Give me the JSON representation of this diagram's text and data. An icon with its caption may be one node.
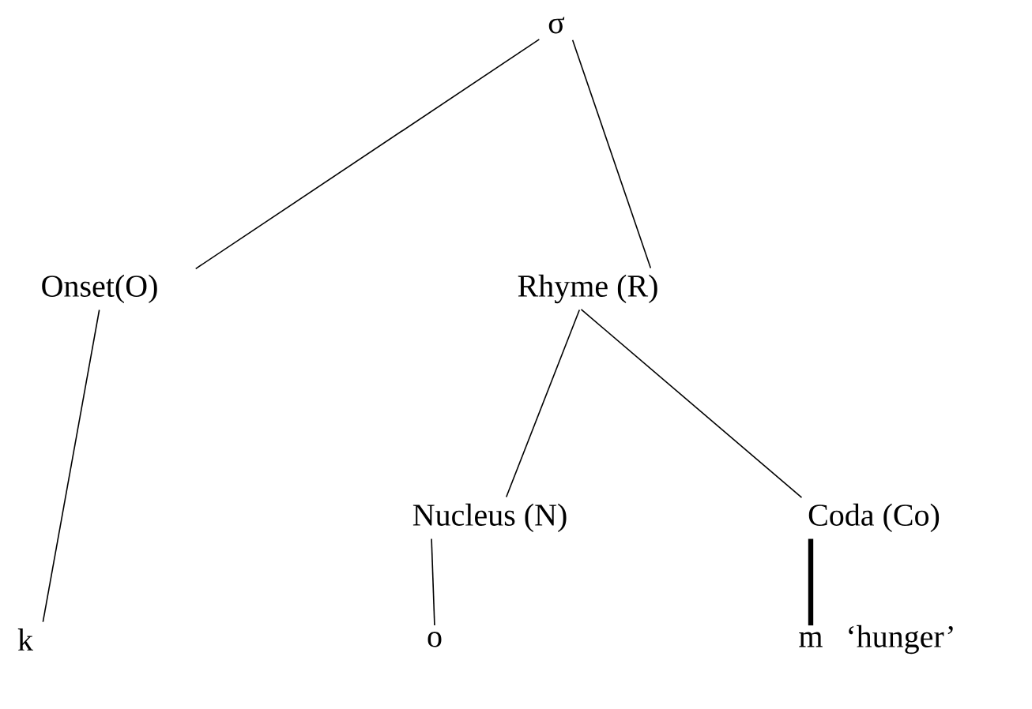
{
  "diagram": {
    "nodes": [
      {
        "text": [
          "σ"
        ]
      },
      {
        "text": [
          "Onset(O)"
        ]
      },
      {
        "text": [
          "Rhyme (R)"
        ]
      },
      {
        "text": [
          "Nucleus (N)"
        ]
      },
      {
        "text": [
          "Coda (Co)"
        ]
      },
      {
        "text": [
          "k"
        ]
      },
      {
        "text": [
          "o"
        ]
      },
      {
        "text": [
          "m"
        ],
        "beside": [
          "‘hunger’"
        ]
      }
    ],
    "edges": [
      {
        "from": 0,
        "to": 1,
        "arrow": "none"
      },
      {
        "from": 0,
        "to": 2,
        "arrow": "none"
      },
      {
        "from": 1,
        "to": 5,
        "arrow": "none"
      },
      {
        "from": 2,
        "to": 3,
        "arrow": "none"
      },
      {
        "from": 2,
        "to": 4,
        "arrow": "none"
      },
      {
        "from": 3,
        "to": 6,
        "arrow": "none"
      },
      {
        "from": 4,
        "to": 7,
        "arrow": "none",
        "style": "thick"
      }
    ]
  }
}
